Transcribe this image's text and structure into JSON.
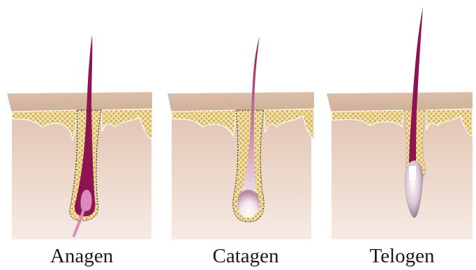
{
  "stages": [
    {
      "id": "anagen",
      "label": "Anagen"
    },
    {
      "id": "catagen",
      "label": "Catagen"
    },
    {
      "id": "telogen",
      "label": "Telogen"
    }
  ],
  "colors": {
    "skin_surface": "#d6b8a2",
    "skin_top_edge": "#c49c80",
    "dermis_top": "#e7cdbd",
    "dermis_bottom": "#f4e6de",
    "fat_layer": "#f2df9e",
    "fat_dots": "#c79a3a",
    "hair": "#8d1450",
    "bulb_pink": "#d98bbd",
    "follicle_outline": "#222222",
    "white_sheath": "#ffffff",
    "club_light": "#f6f0f4",
    "club_dark": "#7d5a78"
  }
}
